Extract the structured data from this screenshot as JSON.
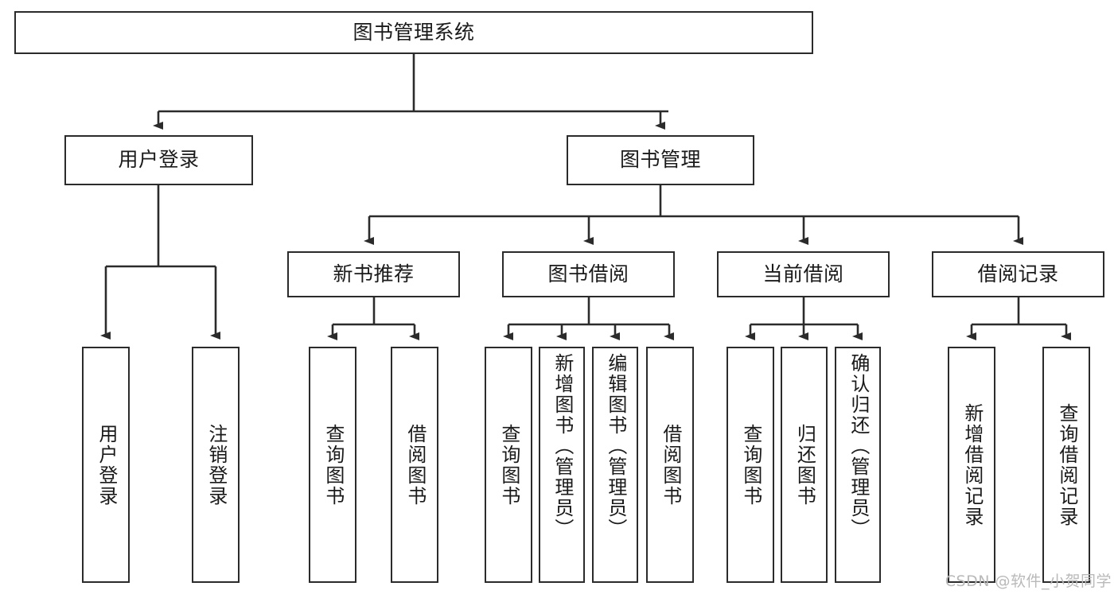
{
  "diagram": {
    "title": "图书管理系统",
    "type": "tree-hierarchy",
    "stroke_color": "#2b2b2b",
    "fill_color": "#ffffff",
    "text_color": "#1a1a1a"
  },
  "watermark": {
    "text": "CSDN @软件_小贺同学",
    "color": "#b9b9b9"
  },
  "nodes": {
    "root": {
      "label": "图书管理系统"
    },
    "level2": [
      {
        "label": "用户登录"
      },
      {
        "label": "图书管理"
      }
    ],
    "level3": [
      {
        "label": "新书推荐"
      },
      {
        "label": "图书借阅"
      },
      {
        "label": "当前借阅"
      },
      {
        "label": "借阅记录"
      }
    ],
    "leaves": {
      "user_login": [
        {
          "label": "用户登录"
        },
        {
          "label": "注销登录"
        }
      ],
      "new_book": [
        {
          "label": "查询图书"
        },
        {
          "label": "借阅图书"
        }
      ],
      "book_borrow": [
        {
          "label": "查询图书"
        },
        {
          "label": "新增图书（管理员）"
        },
        {
          "label": "编辑图书（管理员）"
        },
        {
          "label": "借阅图书"
        }
      ],
      "current_borrow": [
        {
          "label": "查询图书"
        },
        {
          "label": "归还图书"
        },
        {
          "label": "确认归还（管理员）"
        }
      ],
      "borrow_record": [
        {
          "label": "新增借阅记录"
        },
        {
          "label": "查询借阅记录"
        }
      ]
    }
  }
}
